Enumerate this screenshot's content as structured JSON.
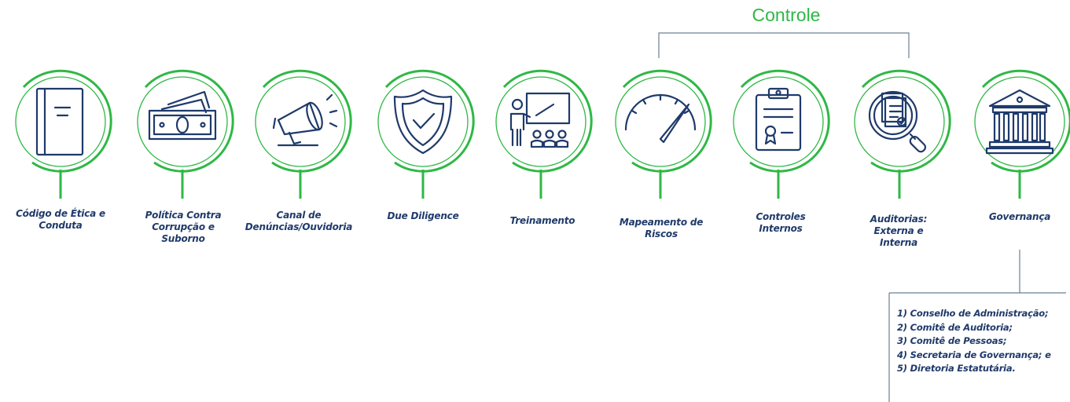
{
  "group": {
    "title": "Controle"
  },
  "pillars": [
    {
      "id": "codigo-etica",
      "icon": "book-icon",
      "label_lines": [
        "Código de Ética e",
        "Conduta"
      ]
    },
    {
      "id": "politica-corrupcao",
      "icon": "money-bills-icon",
      "label_lines": [
        "Política Contra",
        "Corrupção e",
        "Suborno"
      ]
    },
    {
      "id": "canal-denuncias",
      "icon": "megaphone-icon",
      "label_lines": [
        "Canal de",
        "Denúncias/Ouvidoria"
      ]
    },
    {
      "id": "due-diligence",
      "icon": "shield-check-icon",
      "label_lines": [
        "Due Diligence"
      ]
    },
    {
      "id": "treinamento",
      "icon": "presentation-icon",
      "label_lines": [
        "Treinamento"
      ]
    },
    {
      "id": "mapeamento-riscos",
      "icon": "gauge-icon",
      "label_lines": [
        "Mapeamento de",
        "Riscos"
      ]
    },
    {
      "id": "controles-internos",
      "icon": "clipboard-certificate-icon",
      "label_lines": [
        "Controles",
        "Internos"
      ]
    },
    {
      "id": "auditorias",
      "icon": "audit-magnifier-icon",
      "label_lines": [
        "Auditorias:",
        "Externa e",
        "Interna"
      ]
    },
    {
      "id": "governanca",
      "icon": "institution-building-icon",
      "label_lines": [
        "Governança"
      ]
    }
  ],
  "governance_bodies": [
    "1) Conselho de Administração;",
    "2) Comitê de Auditoria;",
    "3) Comitê de Pessoas;",
    "4) Secretaria de Governança; e",
    "5) Diretoria Estatutária."
  ],
  "colors": {
    "accent": "#2fb845",
    "icon": "#1f3a6b",
    "text": "#1f3a6b",
    "bracket": "#6b8093"
  }
}
